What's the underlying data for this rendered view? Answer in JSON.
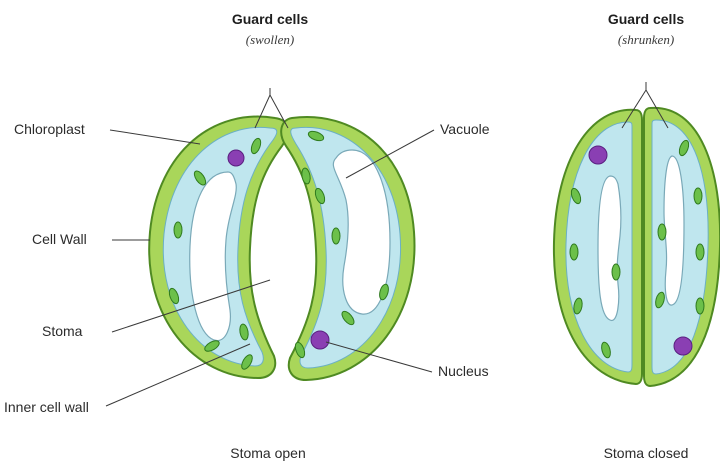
{
  "open_diagram": {
    "header_title": "Guard cells",
    "header_subtitle": "(swollen)",
    "labels": {
      "chloroplast": "Chloroplast",
      "cell_wall": "Cell Wall",
      "stoma": "Stoma",
      "inner_cell_wall": "Inner cell wall",
      "vacuole": "Vacuole",
      "nucleus": "Nucleus"
    },
    "caption": "Stoma open"
  },
  "closed_diagram": {
    "header_title": "Guard cells",
    "header_subtitle": "(shrunken)",
    "caption": "Stoma closed"
  },
  "colors": {
    "cell_wall": "#a9d65a",
    "cytoplasm": "#bfe6ee",
    "vacuole": "#ffffff",
    "chloroplast": "#6cc04a",
    "nucleus": "#8a3fb3"
  }
}
